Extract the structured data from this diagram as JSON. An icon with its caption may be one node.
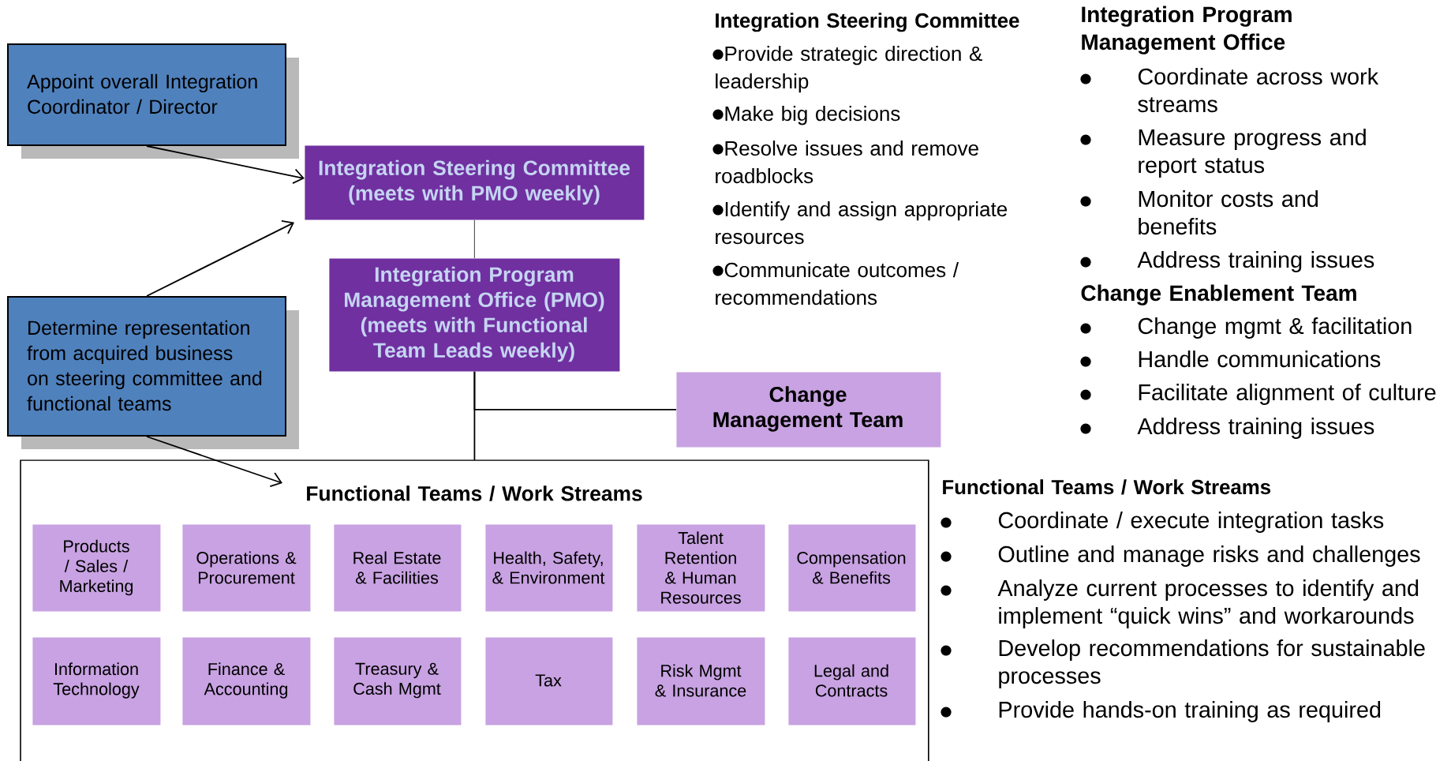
{
  "diagram": {
    "nodes": [
      {
        "text": [
          "Appoint overall Integration Coordinator / Director"
        ]
      },
      {
        "text": [
          "Integration Steering Committee (meets with PMO weekly)"
        ]
      },
      {
        "text": [
          "Integration Program Management Office (PMO) (meets with Functional Team Leads weekly)"
        ]
      },
      {
        "text": [
          "Determine representation from acquired business on steering committee and functional teams"
        ]
      },
      {
        "text": [
          "Change Management Team"
        ]
      },
      {
        "text": [
          "Functional Teams / Work Streams"
        ]
      },
      {
        "text": [
          "Products / Sales / Marketing"
        ],
        "in": 5
      },
      {
        "text": [
          "Operations & Procurement"
        ],
        "in": 5
      },
      {
        "text": [
          "Real Estate & Facilities"
        ],
        "in": 5
      },
      {
        "text": [
          "Health, Safety, & Environment"
        ],
        "in": 5
      },
      {
        "text": [
          "Talent Retention & Human Resources"
        ],
        "in": 5
      },
      {
        "text": [
          "Compensation & Benefits"
        ],
        "in": 5
      },
      {
        "text": [
          "Information Technology"
        ],
        "in": 5
      },
      {
        "text": [
          "Finance & Accounting"
        ],
        "in": 5
      },
      {
        "text": [
          "Treasury & Cash Mgmt"
        ],
        "in": 5
      },
      {
        "text": [
          "Tax"
        ],
        "in": 5
      },
      {
        "text": [
          "Risk Mgmt & Insurance"
        ],
        "in": 5
      },
      {
        "text": [
          "Legal and Contracts"
        ],
        "in": 5
      }
    ],
    "edges": [
      {
        "from": 0,
        "to": 1,
        "arrow": "to"
      },
      {
        "from": 3,
        "to": 1,
        "arrow": "to"
      },
      {
        "from": 1,
        "to": 2,
        "arrow": "none"
      },
      {
        "from": 3,
        "to": 5,
        "arrow": "to"
      },
      {
        "from": 2,
        "to": 5,
        "arrow": "none"
      },
      {
        "from": 2,
        "to": 4,
        "arrow": "none"
      }
    ],
    "labels": [
      "Integration Steering Committee",
      "Provide strategic direction & leadership",
      "Make big decisions",
      "Resolve issues and remove roadblocks",
      "Identify and assign appropriate resources",
      "Communicate outcomes / recommendations",
      "Integration Program Management Office",
      "Coordinate across work streams",
      "Measure progress and report status",
      "Monitor costs and benefits",
      "Address training issues",
      "Change Enablement Team",
      "Change mgmt & facilitation",
      "Handle communications",
      "Facilitate alignment of culture",
      "Address training issues",
      "Functional Teams / Work Streams",
      "Coordinate / execute integration tasks",
      "Outline and manage risks and challenges",
      "Analyze current processes to identify and implement “quick wins” and workarounds",
      "Develop recommendations for sustainable processes",
      "Provide hands-on training as required"
    ]
  }
}
